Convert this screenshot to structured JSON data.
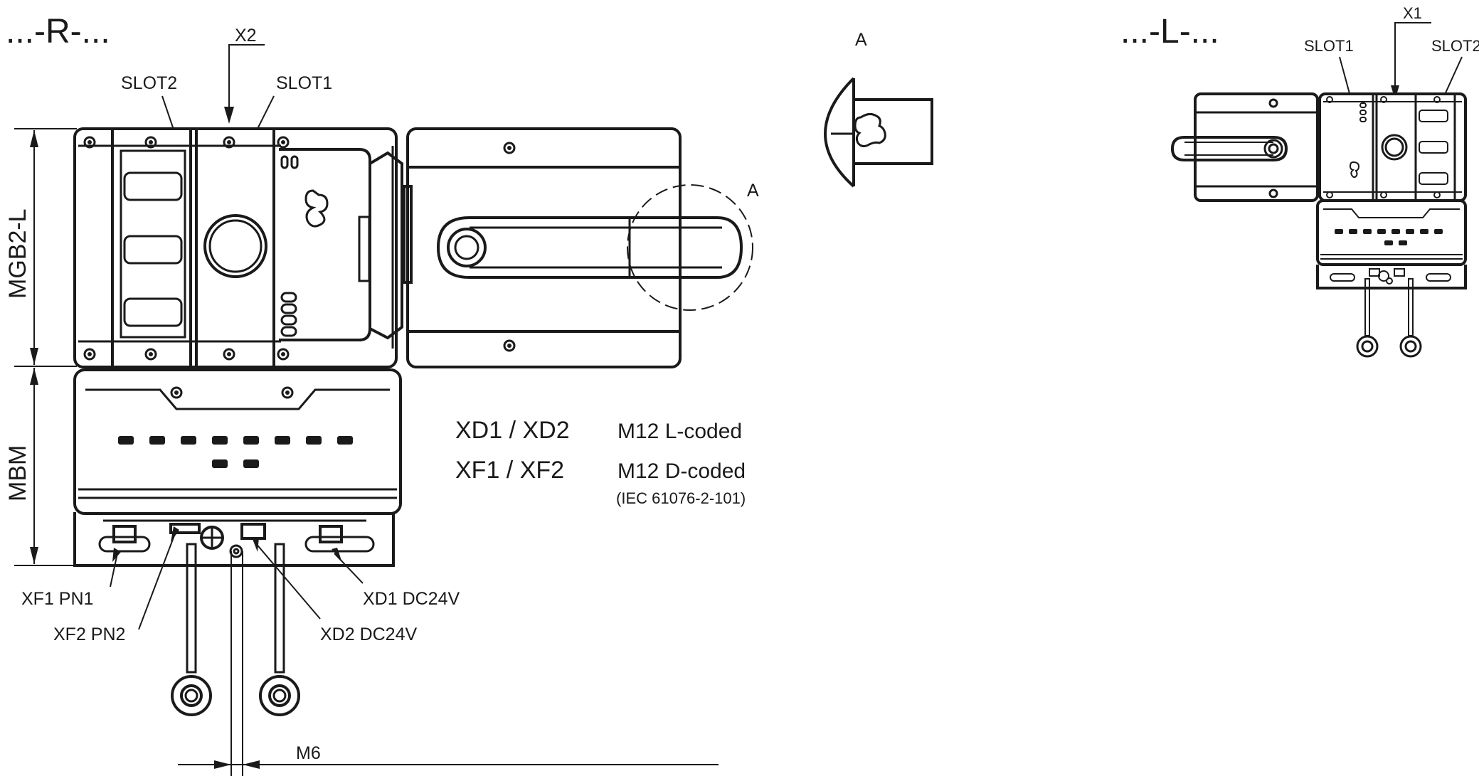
{
  "views": {
    "right": {
      "variant": "...-R-...",
      "cable_label": "X2",
      "slot_left": "SLOT2",
      "slot_right": "SLOT1",
      "dim_top": "MGB2-L",
      "dim_bottom": "MBM",
      "callout": "A"
    },
    "detail": {
      "label": "A"
    },
    "left": {
      "variant": "...-L-...",
      "cable_label": "X1",
      "slot_left": "SLOT1",
      "slot_right": "SLOT2"
    }
  },
  "connectors": [
    {
      "label": "XF1 PN1"
    },
    {
      "label": "XF2 PN2"
    },
    {
      "label": "XD2 DC24V"
    },
    {
      "label": "XD1 DC24V"
    }
  ],
  "legend": [
    {
      "code": "XD1 / XD2",
      "desc": "M12 L-coded",
      "note": ""
    },
    {
      "code": "XF1 / XF2",
      "desc": "M12 D-coded",
      "note": "(IEC 61076-2-101)"
    }
  ],
  "thread": {
    "label": "M6"
  }
}
